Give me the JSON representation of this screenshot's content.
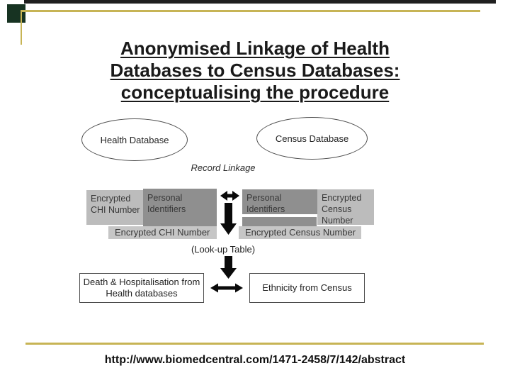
{
  "slide": {
    "title": {
      "line1": "Anonymised Linkage of Health",
      "line2": "Databases to Census Databases:",
      "line3": "conceptualising the procedure"
    },
    "footer_url": "http://www.biomedcentral.com/1471-2458/7/142/abstract"
  },
  "diagram": {
    "health_ellipse_label": "Health Database",
    "census_ellipse_label": "Census Database",
    "record_linkage_label": "Record Linkage",
    "encrypted_chi_box": "Encrypted CHI Number",
    "personal_identifiers_left": "Personal Identifiers",
    "personal_identifiers_right": "Personal Identifiers",
    "encrypted_census_box": "Encrypted Census Number",
    "encrypted_chi_bar": "Encrypted CHI Number",
    "encrypted_census_bar": "Encrypted Census Number",
    "lookup_label": "(Look-up Table)",
    "death_box_lines": [
      "Death & Hospitalisation from",
      "Health databases"
    ],
    "ethnicity_box": "Ethnicity from Census"
  },
  "icons": {
    "identifier_link": "double-headed-arrow-icon",
    "lookup_arrow": "down-arrow-icon",
    "table_arrow": "down-arrow-icon",
    "bottom_link": "double-headed-arrow-icon"
  },
  "colors": {
    "gold": "#c7b455",
    "top_bar": "#1f1f1f",
    "corner_square": "#173322",
    "box_light": "#bcbcbc",
    "box_dark": "#8f8f8f",
    "bar_light": "#c6c6c6",
    "box_text": "#383838",
    "line_gray": "#4d4d4d",
    "ink": "#1a1a1a"
  }
}
